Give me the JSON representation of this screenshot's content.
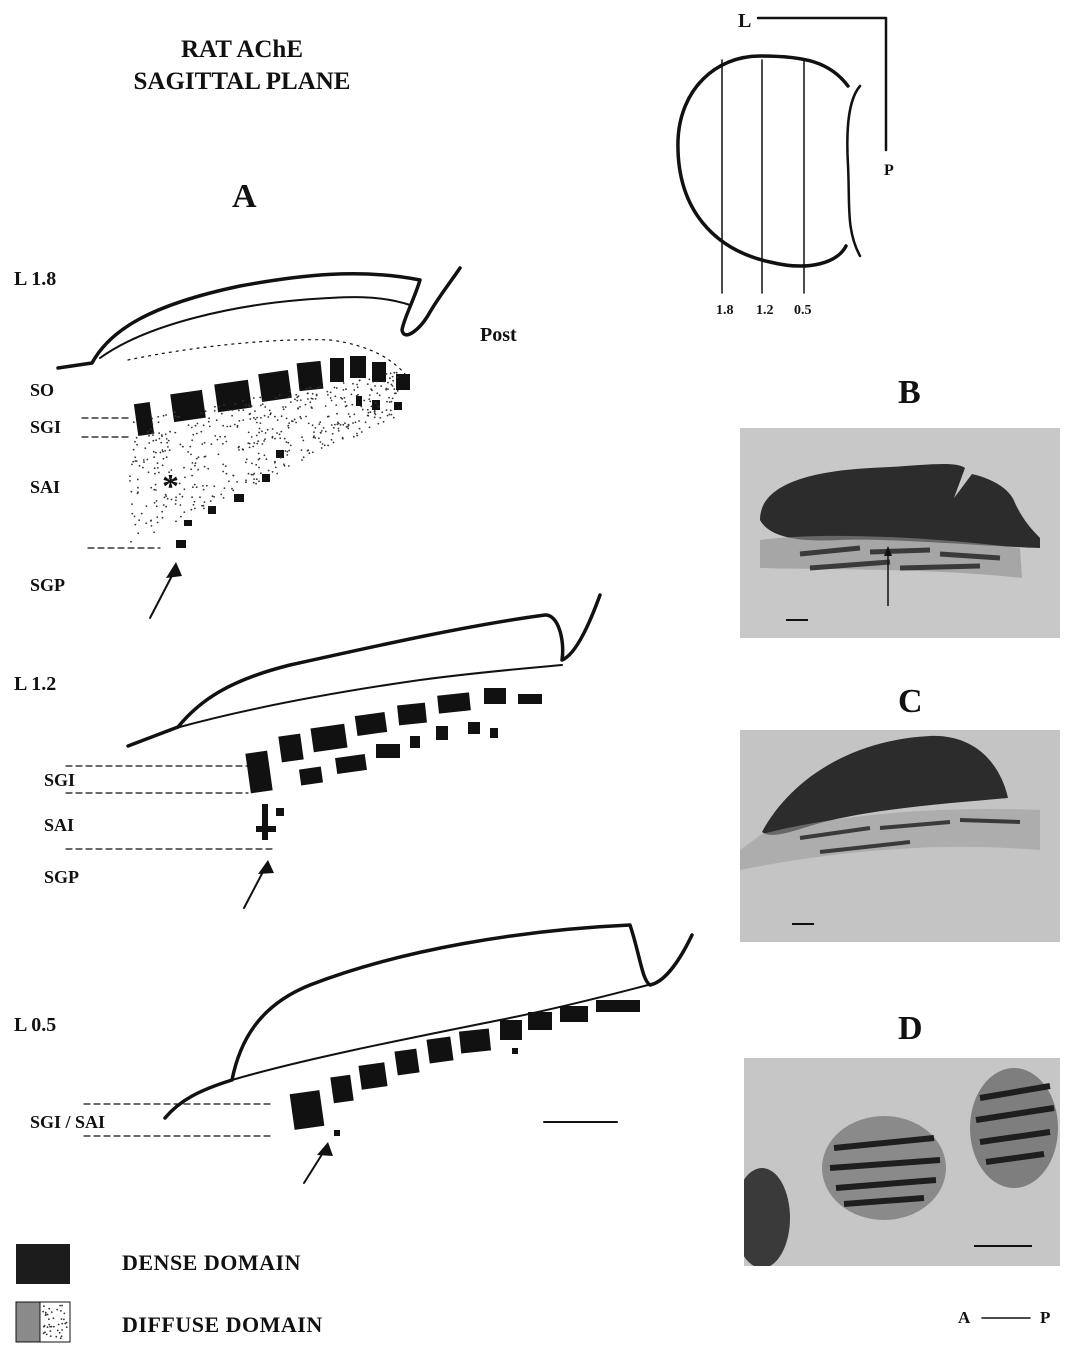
{
  "title": {
    "line1": "RAT AChE",
    "line2": "SAGITTAL PLANE"
  },
  "panels": {
    "a": "A",
    "b": "B",
    "c": "C",
    "d": "D"
  },
  "levels": {
    "l18": "L 1.8",
    "l12": "L 1.2",
    "l05": "L 0.5"
  },
  "layers": {
    "so": "SO",
    "sgi": "SGI",
    "sai": "SAI",
    "sgp": "SGP",
    "sgi_sai": "SGI / SAI"
  },
  "asterisk": "*",
  "post_label": "Post",
  "orientation_inset": {
    "l": "L",
    "p": "P",
    "ticks": [
      "1.8",
      "1.2",
      "0.5"
    ]
  },
  "legend": {
    "dense": "DENSE DOMAIN",
    "diffuse": "DIFFUSE DOMAIN"
  },
  "axis": {
    "a": "A",
    "p": "P"
  },
  "colors": {
    "ink": "#111111",
    "photo_bg": "#c9c9c9",
    "stain": "#2a2a2a"
  }
}
